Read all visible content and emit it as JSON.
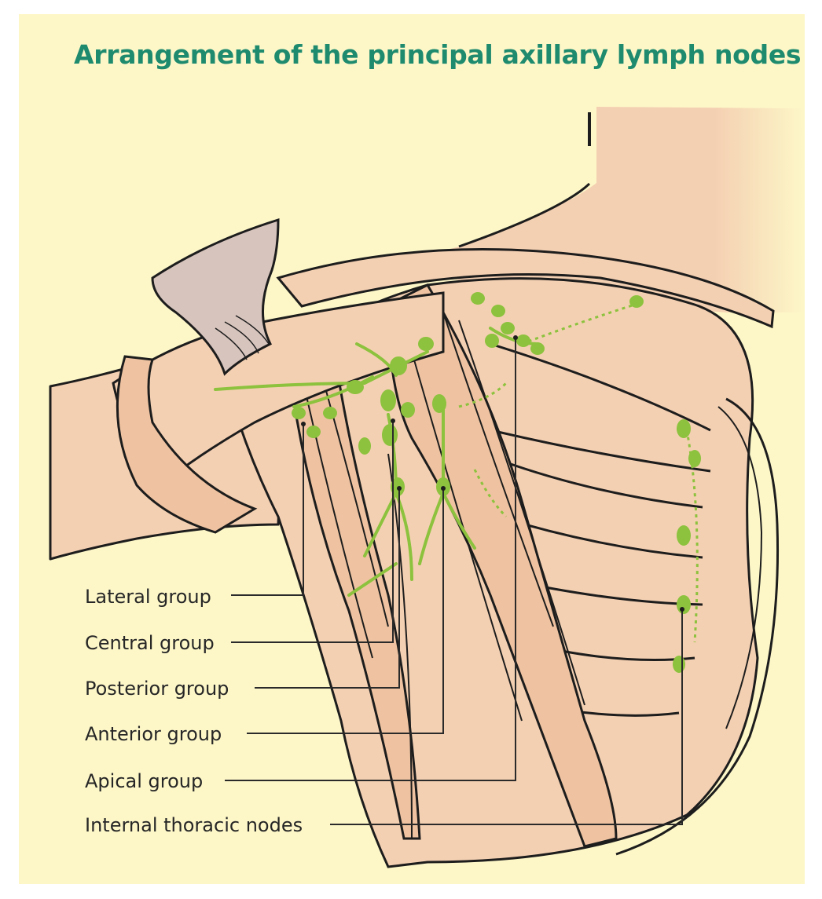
{
  "title": "Arrangement of the principal axillary lymph nodes",
  "colors": {
    "background": "#fdf7c8",
    "skin": "#f4d0b2",
    "skin_shadow": "#efc3a1",
    "bone": "#d7c4bd",
    "outline": "#1d1d1d",
    "lymph_node": "#8cc23d",
    "leader_line": "#2a2a2a",
    "title": "#1e8a6e"
  },
  "labels": [
    {
      "id": "lateral",
      "text": "Lateral group"
    },
    {
      "id": "central",
      "text": "Central group"
    },
    {
      "id": "posterior",
      "text": "Posterior group"
    },
    {
      "id": "anterior",
      "text": "Anterior group"
    },
    {
      "id": "apical",
      "text": "Apical group"
    },
    {
      "id": "internal-thoracic",
      "text": "Internal thoracic nodes"
    }
  ]
}
